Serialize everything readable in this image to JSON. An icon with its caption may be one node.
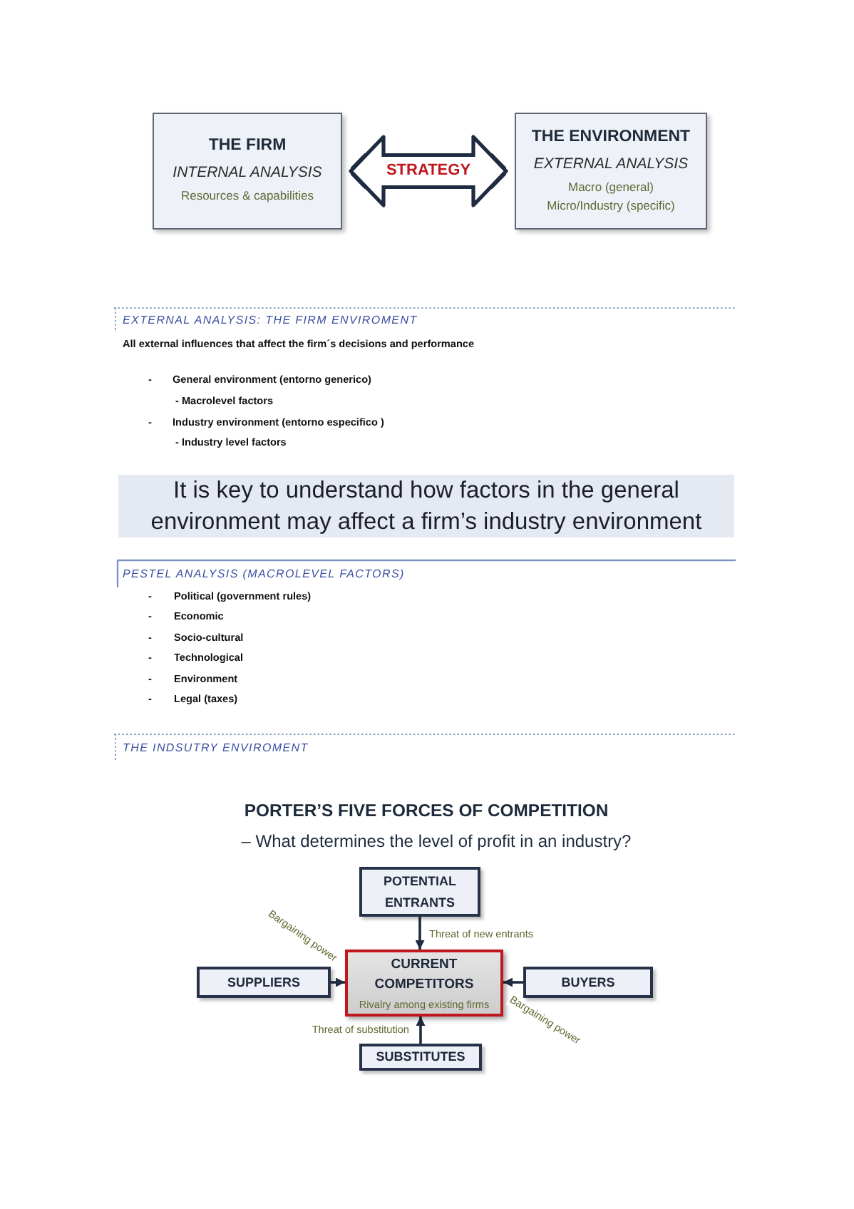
{
  "diagram": {
    "nodes": [
      {
        "text": [
          "THE FIRM",
          "INTERNAL ANALYSIS",
          "Resources & capabilities"
        ]
      },
      {
        "text": [
          "THE ENVIRONMENT",
          "EXTERNAL ANALYSIS",
          "Macro (general)",
          "Micro/Industry (specific)"
        ]
      },
      {
        "text": [
          "It is key to understand how factors in the general environment may affect a firm’s industry environment"
        ]
      },
      {
        "text": [
          "POTENTIAL ENTRANTS"
        ]
      },
      {
        "text": [
          "SUPPLIERS"
        ]
      },
      {
        "text": [
          "CURRENT COMPETITORS",
          "Rivalry among existing firms"
        ]
      },
      {
        "text": [
          "BUYERS"
        ]
      },
      {
        "text": [
          "SUBSTITUTES"
        ]
      }
    ],
    "edges": [
      {
        "from": 0,
        "to": 1,
        "arrow": "both",
        "label": "STRATEGY",
        "style": "thick"
      },
      {
        "from": 3,
        "to": 5,
        "arrow": "to",
        "label": "Threat of new entrants"
      },
      {
        "from": 4,
        "to": 5,
        "arrow": "to",
        "label": "Bargaining power"
      },
      {
        "from": 6,
        "to": 5,
        "arrow": "to",
        "label": "Bargaining power"
      },
      {
        "from": 7,
        "to": 5,
        "arrow": "to",
        "label": "Threat of substitution"
      }
    ],
    "labels": [
      "EXTERNAL ANALYSIS: THE FIRM ENVIROMENT",
      "All external influences that affect the firm´s decisions and performance",
      "-",
      "General environment (entorno generico)",
      "- Macrolevel factors",
      "-",
      "Industry environment (entorno especifico )",
      "- Industry level factors",
      "PESTEL ANALYSIS (MACROLEVEL FACTORS)",
      "-",
      "Political (government rules)",
      "-",
      "Economic",
      "-",
      "Socio-cultural",
      "-",
      "Technological",
      "-",
      "Environment",
      "-",
      "Legal (taxes)",
      "THE INDSUTRY ENVIROMENT",
      "PORTER’S FIVE FORCES OF COMPETITION",
      "– What determines the level of profit in an industry?"
    ]
  }
}
